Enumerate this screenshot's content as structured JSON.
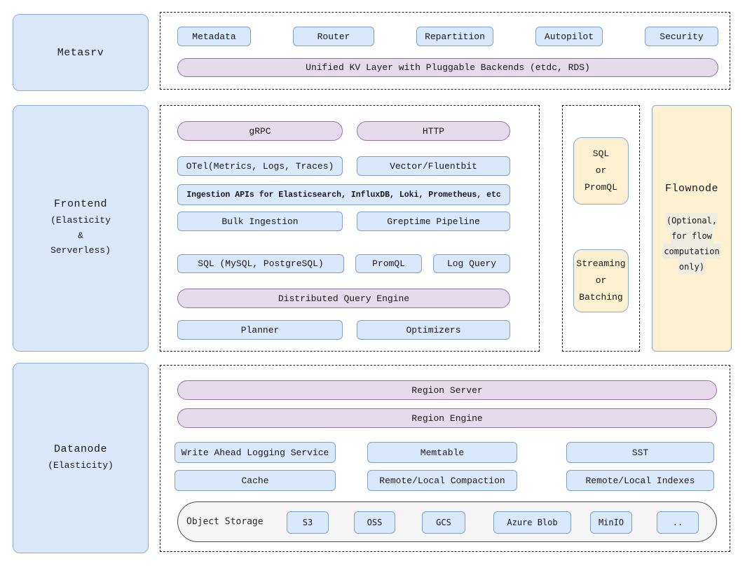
{
  "metasrv": {
    "label": "Metasrv",
    "modules": [
      "Metadata",
      "Router",
      "Repartition",
      "Autopilot",
      "Security"
    ],
    "kv_layer": "Unified KV Layer with Pluggable Backends (etdc, RDS)"
  },
  "frontend": {
    "label": "Frontend",
    "sublabel_lines": [
      "(Elasticity",
      "&",
      "Serverless)"
    ],
    "protocols": [
      "gRPC",
      "HTTP"
    ],
    "collectors": [
      "OTel(Metrics, Logs, Traces)",
      "Vector/Fluentbit"
    ],
    "ingestion_apis": "Ingestion APIs for Elasticsearch, InfluxDB, Loki, Prometheus, etc",
    "ingestion_row": [
      "Bulk Ingestion",
      "Greptime Pipeline"
    ],
    "query_interfaces": [
      "SQL (MySQL, PostgreSQL)",
      "PromQL",
      "Log Query"
    ],
    "query_engine": "Distributed Query Engine",
    "query_components": [
      "Planner",
      "Optimizers"
    ]
  },
  "flow_link": {
    "boxes": [
      {
        "lines": [
          "SQL",
          "or",
          "PromQL"
        ]
      },
      {
        "lines": [
          "Streaming",
          "or",
          "Batching"
        ]
      }
    ]
  },
  "flownode": {
    "title": "Flownode",
    "subtitle_lines": [
      "(Optional,",
      "for flow",
      "computation",
      "only)"
    ]
  },
  "datanode": {
    "label": "Datanode",
    "sublabel": "(Elasticity)",
    "pills": [
      "Region Server",
      "Region Engine"
    ],
    "components": [
      [
        "Write Ahead Logging Service",
        "Memtable",
        "SST"
      ],
      [
        "Cache",
        "Remote/Local Compaction",
        "Remote/Local Indexes"
      ]
    ],
    "object_storage": {
      "label": "Object Storage",
      "providers": [
        "S3",
        "OSS",
        "GCS",
        "Azure Blob",
        "MinIO",
        ".."
      ]
    }
  },
  "colors": {
    "blue_fill": "#dae8fc",
    "blue_border": "#7d9fd3",
    "purple_fill": "#e6daec",
    "purple_border": "#9673a6",
    "yellow_fill": "#fdf1d2",
    "yellow_border": "#8ba7d4",
    "storage_fill": "#f5f5f5",
    "storage_border": "#515151",
    "dash_border": "#1c1c1c"
  }
}
